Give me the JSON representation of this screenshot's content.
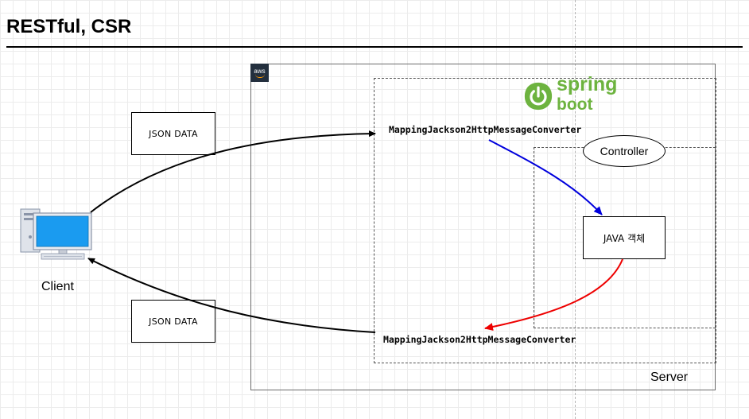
{
  "title": "RESTful, CSR",
  "aws_badge": "aws",
  "spring_logo": {
    "word1": "spring",
    "word2": "boot",
    "color": "#6db33f"
  },
  "server": {
    "label": "Server"
  },
  "client": {
    "label": "Client"
  },
  "controller": {
    "label": "Controller"
  },
  "java_object": {
    "label": "JAVA 객체"
  },
  "converter_top": {
    "label": "MappingJackson2HttpMessageConverter"
  },
  "converter_bottom": {
    "label": "MappingJackson2HttpMessageConverter"
  },
  "json_boxes": {
    "top": "JSON DATA",
    "bottom": "JSON DATA"
  },
  "colors": {
    "request_arrow": "#0000dd",
    "response_arrow": "#ee0000",
    "client_arrow": "#000000",
    "aws_badge_bg": "#232f3e",
    "aws_smile": "#ff9900"
  },
  "icons": {
    "client": "desktop-computer-icon",
    "spring": "spring-power-leaf-icon",
    "aws": "aws-logo-icon"
  }
}
